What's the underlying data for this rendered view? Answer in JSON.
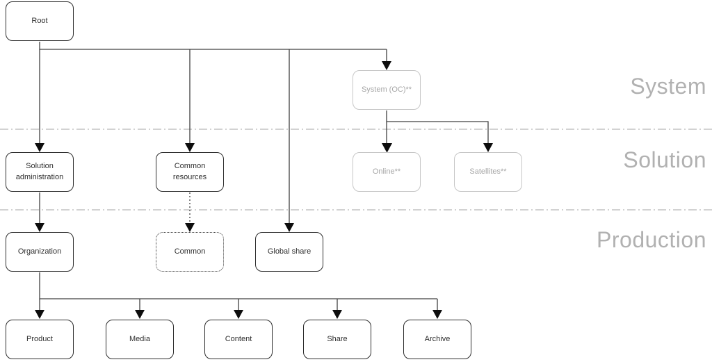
{
  "diagram": {
    "sections": {
      "system": "System",
      "solution": "Solution",
      "production": "Production"
    },
    "nodes": {
      "root": "Root",
      "system_oc": "System (OC)**",
      "solution_administration": "Solution administration",
      "common_resources": "Common resources",
      "online": "Online**",
      "satellites": "Satellites**",
      "organization": "Organization",
      "common": "Common",
      "global_share": "Global share",
      "product": "Product",
      "media": "Media",
      "content": "Content",
      "share": "Share",
      "archive": "Archive"
    },
    "edges": [
      {
        "from": "root",
        "to": "solution_administration",
        "style": "solid-arrow"
      },
      {
        "from": "root",
        "to": "common_resources",
        "style": "solid-arrow"
      },
      {
        "from": "root",
        "to": "global_share",
        "style": "solid-arrow"
      },
      {
        "from": "root",
        "to": "system_oc",
        "style": "solid-arrow"
      },
      {
        "from": "system_oc",
        "to": "online",
        "style": "solid-arrow"
      },
      {
        "from": "system_oc",
        "to": "satellites",
        "style": "solid-arrow"
      },
      {
        "from": "solution_administration",
        "to": "organization",
        "style": "solid-arrow"
      },
      {
        "from": "common_resources",
        "to": "common",
        "style": "dotted-arrow"
      },
      {
        "from": "organization",
        "to": "product",
        "style": "solid-arrow"
      },
      {
        "from": "organization",
        "to": "media",
        "style": "solid-arrow"
      },
      {
        "from": "organization",
        "to": "content",
        "style": "solid-arrow"
      },
      {
        "from": "organization",
        "to": "share",
        "style": "solid-arrow"
      },
      {
        "from": "organization",
        "to": "archive",
        "style": "solid-arrow"
      }
    ],
    "node_styles": {
      "muted_nodes": [
        "system_oc",
        "online",
        "satellites"
      ],
      "dotted_nodes": [
        "common"
      ]
    },
    "colors": {
      "node_border": "#2d2d2d",
      "muted_border": "#c6c6c6",
      "muted_text": "#a6a6a6",
      "connector": "#404040",
      "arrowhead": "#0d0d0d",
      "divider": "#b8b8b8",
      "section_label": "#b1b1b1",
      "background": "#ffffff"
    }
  }
}
